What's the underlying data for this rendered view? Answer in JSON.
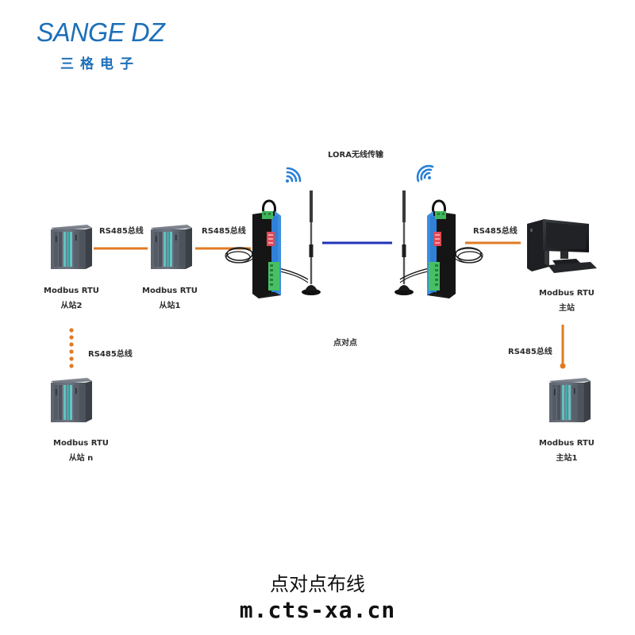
{
  "logo": {
    "name_en": "SANGE DZ",
    "name_cn": "三格电子",
    "color": "#1d6fb8"
  },
  "diagram": {
    "wireless_label": "LORA无线传输",
    "link_mode_label": "点对点",
    "bus_label": "RS485总线",
    "bus_color": "#e07b24",
    "wireless_link_color": "#2233bb",
    "nodes": {
      "slave2": {
        "line1": "Modbus RTU",
        "line2": "从站2"
      },
      "slave1": {
        "line1": "Modbus RTU",
        "line2": "从站1"
      },
      "slave_n": {
        "line1": "Modbus RTU",
        "line2": "从站 n"
      },
      "master": {
        "line1": "Modbus RTU",
        "line2": "主站"
      },
      "master1": {
        "line1": "Modbus RTU",
        "line2": "主站1"
      }
    },
    "bus_labels": {
      "slave2_slave1": "RS485总线",
      "slave1_radio": "RS485总线",
      "slave2_slave_n": "RS485总线",
      "radio_master": "RS485总线",
      "master_master1": "RS485总线"
    }
  },
  "caption": {
    "title": "点对点布线",
    "url": "m.cts-xa.cn"
  }
}
